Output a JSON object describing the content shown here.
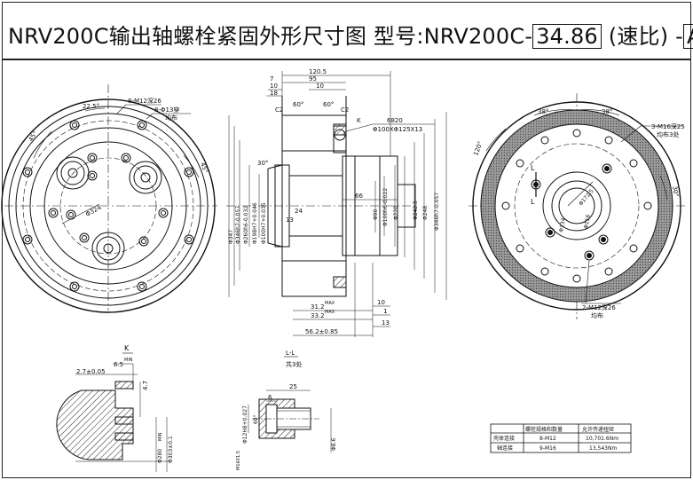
{
  "title": {
    "prefix": "NRV200C输出轴螺栓紧固外形尺寸图 型号:NRV200C-",
    "ratio": "34.86",
    "middle": "(速比) -",
    "variant": "A"
  },
  "front_view": {
    "angle_top": "22.5°",
    "angle_left": "45°",
    "angle_right": "45°",
    "holes_top": "8-M12深26",
    "holes_thru": "8-Φ13穿",
    "holes_even": "均布",
    "pcd": "Φ324"
  },
  "section_view": {
    "d_120_5": "120.5",
    "d_95": "95",
    "d_7": "7",
    "d_10a": "10",
    "d_10b": "10",
    "d_18": "18",
    "c2a": "C2",
    "c2b": "C2",
    "angle60a": "60°",
    "angle60b": "60°",
    "label_k": "K",
    "bearing_no": "6820",
    "bearing_size": "Φ100XΦ125X13",
    "angle30": "30°",
    "d_66": "66",
    "d_24": "24",
    "d_13": "13",
    "d_31_2": "31.2",
    "d_33_2": "33.2",
    "max": "MAX",
    "d_56_2": "56.2±0.85",
    "d_10c": "10",
    "d_1": "1",
    "d_13b": "13",
    "left_dims": [
      "Φ347",
      "Φ346h7-0.057",
      "Φ260h6-0.032",
      "Φ198H7+0.046",
      "Φ100H7+0.035"
    ],
    "right_dims": [
      "Φ90",
      "Φ100h6-0.022",
      "Φ220",
      "Φ242.5",
      "Φ248",
      "Φ346h7-0.057"
    ]
  },
  "rear_view": {
    "angle_38a": "38°",
    "angle_38b": "38°",
    "angle_120": "120°",
    "angle_30": "30°",
    "holes_top": "3-M16深25",
    "holes_top_even": "均布3处",
    "holes_bottom": "2-M12深26",
    "holes_bottom_even": "均布",
    "label_l": "L",
    "d_172_5": "Φ172.5",
    "d_134": "Φ134",
    "d_116": "Φ116"
  },
  "detail_k": {
    "label": "K",
    "d_2_7": "2.7±0.05",
    "d_6_5": "6.5",
    "min": "MIN",
    "d_4_7": "4.7",
    "d_280": "Φ280",
    "d_303": "Φ303±0.1"
  },
  "detail_l": {
    "label": "L-L",
    "sub": "共3处",
    "d_25": "25",
    "d_6": "6",
    "d_12": "Φ12H8+0.027",
    "angle": "60°",
    "d_8_6": "Φ8.6",
    "thread": "M16X1.5"
  },
  "spec_table": {
    "headers": [
      "",
      "螺栓规格和数量",
      "允许传递扭矩"
    ],
    "rows": [
      [
        "壳体连接",
        "8-M12",
        "10,701.6Nm"
      ],
      [
        "轴连接",
        "9-M16",
        "13,543Nm"
      ]
    ]
  }
}
